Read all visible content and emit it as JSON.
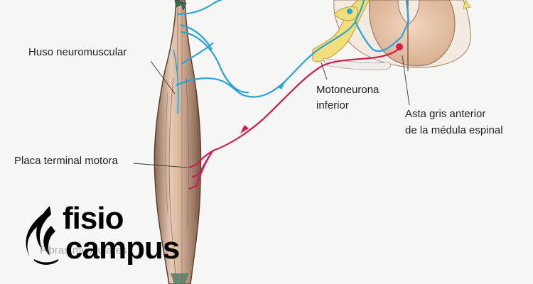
{
  "labels": {
    "muscle_spindle": "Huso neuromuscular",
    "motor_end_plate": "Placa terminal motora",
    "lower_motor_neuron_line1": "Motoneurona",
    "lower_motor_neuron_line2": "inferior",
    "anterior_horn_line1": "Asta gris anterior",
    "anterior_horn_line2": "de la médula espinal",
    "obscured_label": "Fibras musculares"
  },
  "logo": {
    "line1": "fisio",
    "line2": "campus"
  },
  "colors": {
    "sensory_nerve": "#2aa3d8",
    "motor_nerve": "#d11e4f",
    "muscle": "#c9a48c",
    "spinal_gray": "#d6a98a",
    "dorsal_root": "#f2df7c"
  }
}
